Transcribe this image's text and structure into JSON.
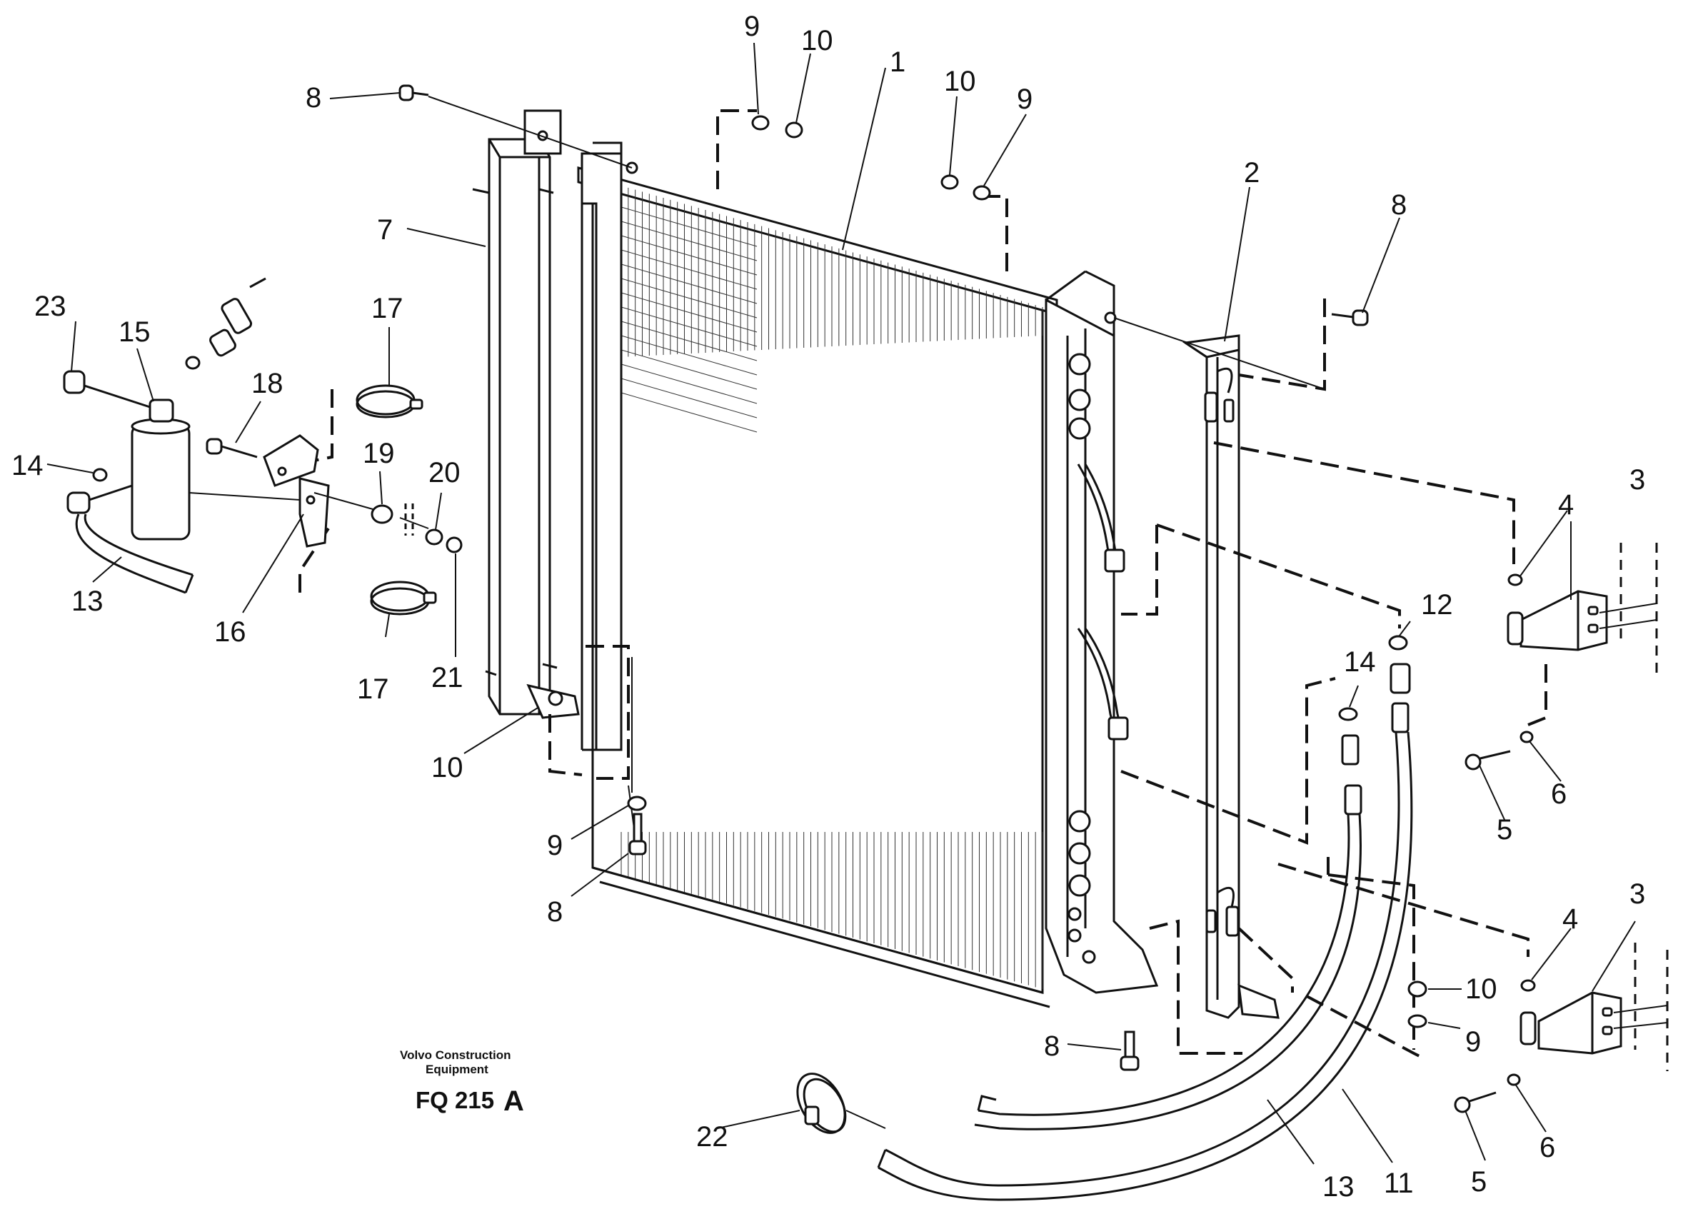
{
  "brand": {
    "line1": "Volvo Construction",
    "line2": "Equipment",
    "figure_code": "FQ 215",
    "figure_suffix": "A"
  },
  "callouts": {
    "c1": "1",
    "c2": "2",
    "c3_upper": "3",
    "c3_lower": "3",
    "c4_upper": "4",
    "c4_lower": "4",
    "c5_upper": "5",
    "c5_lower": "5",
    "c6_upper": "6",
    "c6_lower": "6",
    "c7": "7",
    "c8_topleft": "8",
    "c8_topright": "8",
    "c8_left": "8",
    "c8_bottom": "8",
    "c9_top": "9",
    "c9_topmid": "9",
    "c9_left": "9",
    "c9_right": "9",
    "c10_top": "10",
    "c10_topmid": "10",
    "c10_left": "10",
    "c10_right": "10",
    "c11": "11",
    "c12": "12",
    "c13_left": "13",
    "c13_bottom": "13",
    "c14_left": "14",
    "c14_right": "14",
    "c15": "15",
    "c16": "16",
    "c17_upper": "17",
    "c17_lower": "17",
    "c18": "18",
    "c19": "19",
    "c20": "20",
    "c21": "21",
    "c22": "22",
    "c23": "23"
  }
}
